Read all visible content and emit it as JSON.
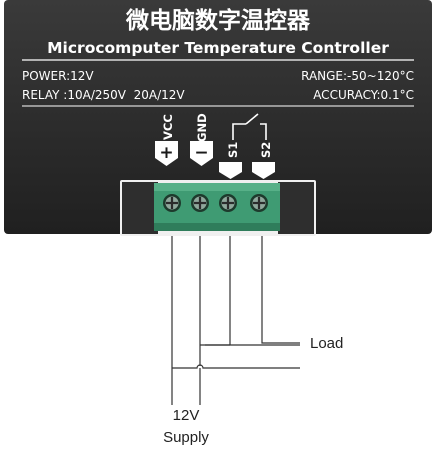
{
  "panel": {
    "title_cn": "微电脑数字温控器",
    "title_en": "Microcomputer Temperature Controller",
    "specs_left": [
      "POWER:12V",
      "RELAY :10A/250V  20A/12V"
    ],
    "specs_right": [
      "RANGE:-50~120°C",
      "ACCURACY:0.1°C"
    ]
  },
  "terminals": [
    {
      "label": "VCC",
      "symbol": "+"
    },
    {
      "label": "GND",
      "symbol": "−"
    },
    {
      "label": "S1",
      "symbol": ""
    },
    {
      "label": "S2",
      "symbol": ""
    }
  ],
  "wiring": {
    "load_label": "Load",
    "supply_label": [
      "12V",
      "Supply"
    ]
  },
  "colors": {
    "panel": "#2a2a2a",
    "panel_text": "#ffffff",
    "terminal_block": "#3f9b73",
    "wire": "#333333"
  }
}
